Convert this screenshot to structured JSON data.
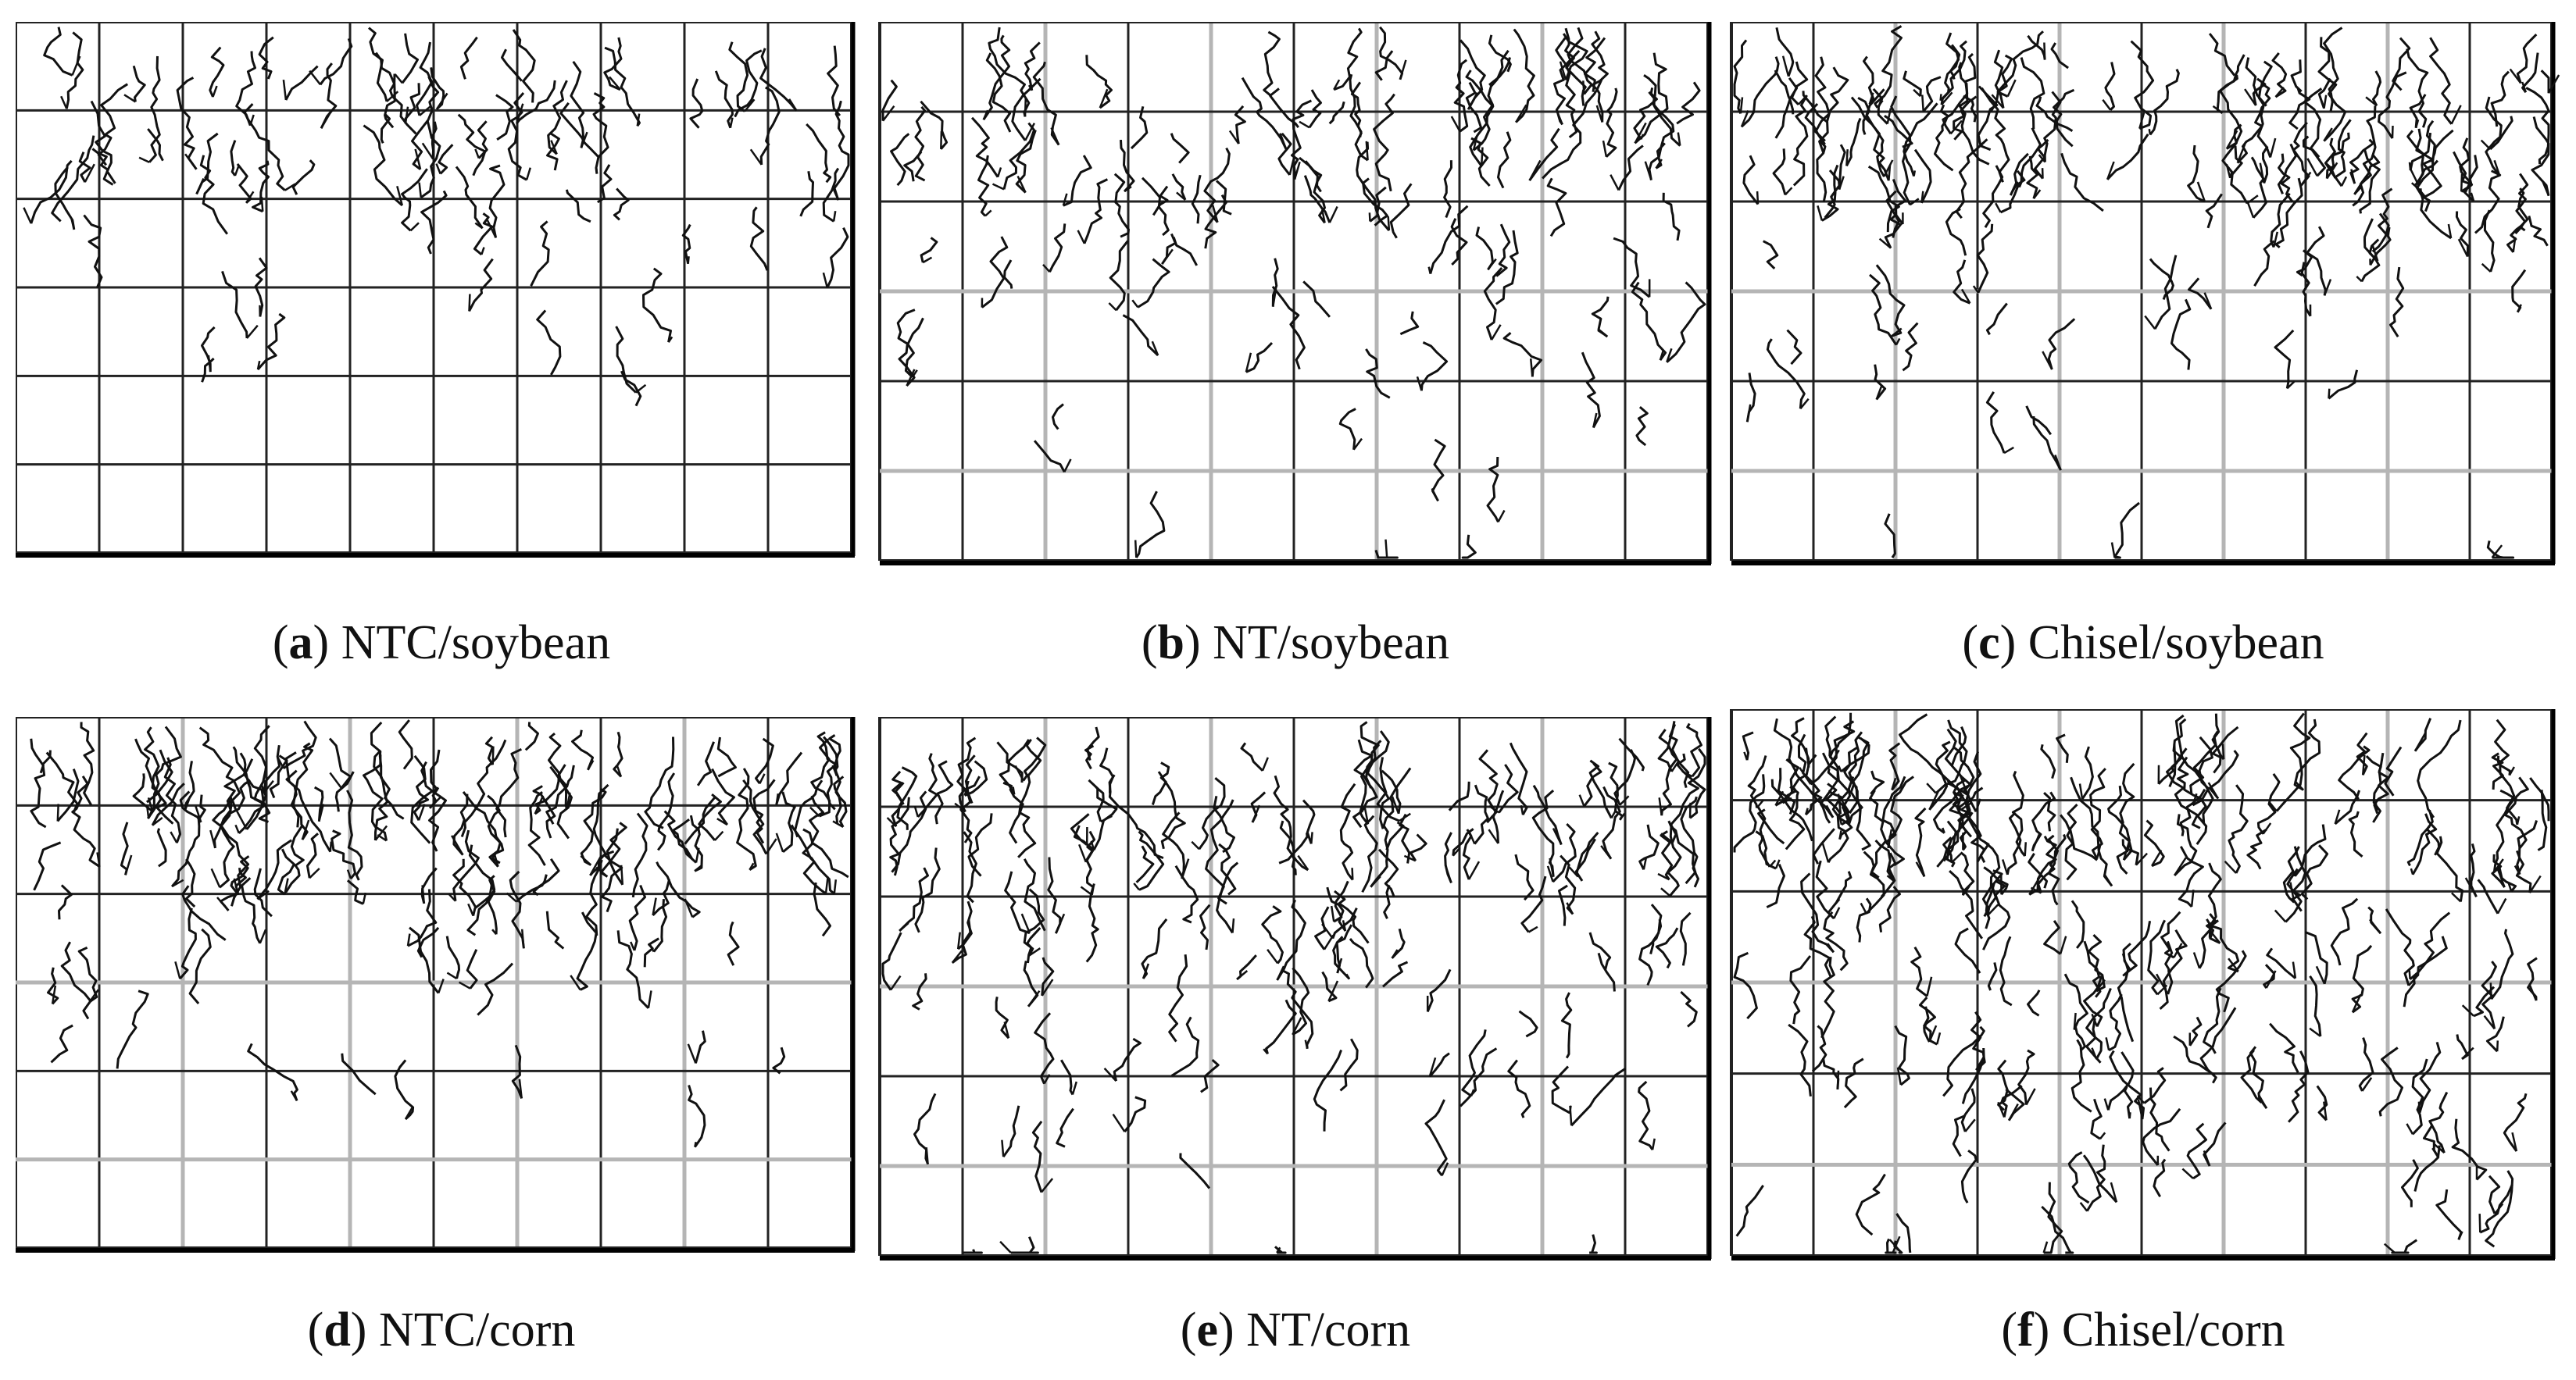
{
  "panels": [
    {
      "letter": "a",
      "label": "NTC/soybean",
      "root_density": "medium"
    },
    {
      "letter": "b",
      "label": "NT/soybean",
      "root_density": "medium"
    },
    {
      "letter": "c",
      "label": "Chisel/soybean",
      "root_density": "high"
    },
    {
      "letter": "d",
      "label": "NTC/corn",
      "root_density": "high"
    },
    {
      "letter": "e",
      "label": "NT/corn",
      "root_density": "high"
    },
    {
      "letter": "f",
      "label": "Chisel/corn",
      "root_density": "very-high"
    }
  ],
  "colors": {
    "grid_dark": "#222222",
    "grid_light": "#b5b5b5",
    "roots": "#111111",
    "caption": "#111111"
  }
}
